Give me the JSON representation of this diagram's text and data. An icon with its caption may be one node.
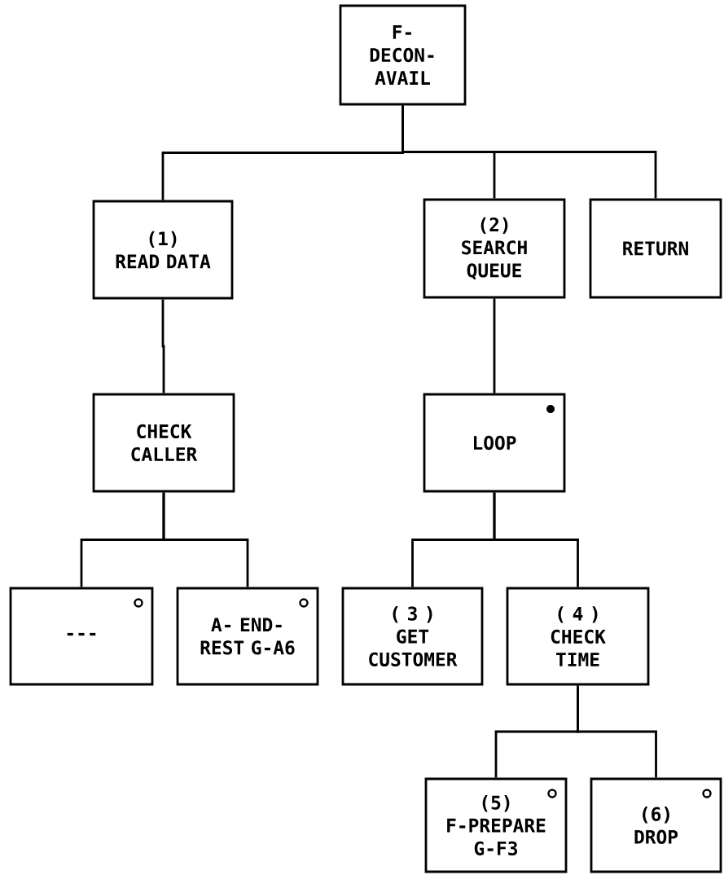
{
  "diagram": {
    "nodes": [
      {
        "text": [
          "F- DECON- AVAIL"
        ]
      },
      {
        "text": [
          "(1)",
          "READ DATA"
        ]
      },
      {
        "text": [
          "(2)",
          "SEARCH QUEUE"
        ]
      },
      {
        "text": [
          "RETURN"
        ]
      },
      {
        "text": [
          "CHECK CALLER"
        ]
      },
      {
        "text": [
          "LOOP"
        ]
      },
      {
        "text": [
          "---"
        ]
      },
      {
        "text": [
          "A- END-REST G-A6"
        ]
      },
      {
        "text": [
          "( 3 )",
          "GET CUSTOMER"
        ]
      },
      {
        "text": [
          "( 4 )",
          "CHECK TIME"
        ]
      },
      {
        "text": [
          "(5)",
          "F-PREPARE G-F3"
        ]
      },
      {
        "text": [
          "(6)",
          "DROP"
        ]
      }
    ],
    "edges": [
      {
        "from": 0,
        "to": 1,
        "arrow": "none"
      },
      {
        "from": 0,
        "to": 2,
        "arrow": "none"
      },
      {
        "from": 0,
        "to": 3,
        "arrow": "none"
      },
      {
        "from": 1,
        "to": 4,
        "arrow": "none"
      },
      {
        "from": 2,
        "to": 5,
        "arrow": "none"
      },
      {
        "from": 4,
        "to": 6,
        "arrow": "none"
      },
      {
        "from": 4,
        "to": 7,
        "arrow": "none"
      },
      {
        "from": 5,
        "to": 8,
        "arrow": "none"
      },
      {
        "from": 5,
        "to": 9,
        "arrow": "none"
      },
      {
        "from": 9,
        "to": 10,
        "arrow": "none"
      },
      {
        "from": 9,
        "to": 11,
        "arrow": "none"
      }
    ]
  }
}
